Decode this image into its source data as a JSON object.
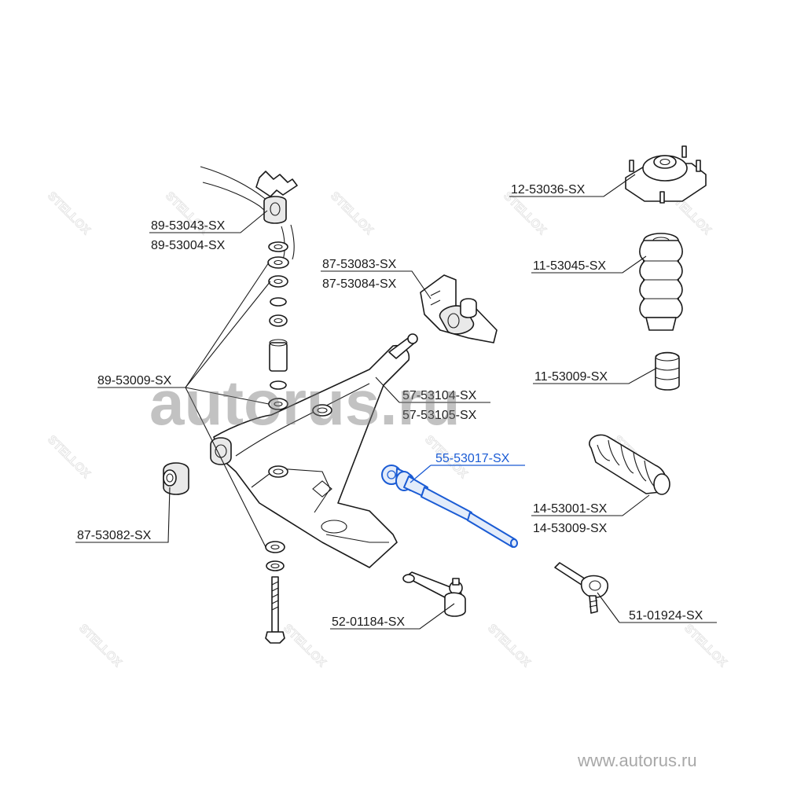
{
  "parts": {
    "p12_53036": "12-53036-SX",
    "p11_53045": "11-53045-SX",
    "p11_53009": "11-53009-SX",
    "p55_53017": "55-53017-SX",
    "p14_53001": "14-53001-SX",
    "p14_53009": "14-53009-SX",
    "p51_01924": "51-01924-SX",
    "p52_01184": "52-01184-SX",
    "p89_53043": "89-53043-SX",
    "p89_53004": "89-53004-SX",
    "p87_53083": "87-53083-SX",
    "p87_53084": "87-53084-SX",
    "p89_53009": "89-53009-SX",
    "p57_53104": "57-53104-SX",
    "p57_53105": "57-53105-SX",
    "p87_53082": "87-53082-SX"
  },
  "watermark": {
    "brand": "STELLOX",
    "main": "autorus.ru",
    "url": "www.autorus.ru"
  },
  "colors": {
    "highlight": "#1a5bd4",
    "line": "#1a1a1a",
    "watermark": "#a8a8a8"
  }
}
